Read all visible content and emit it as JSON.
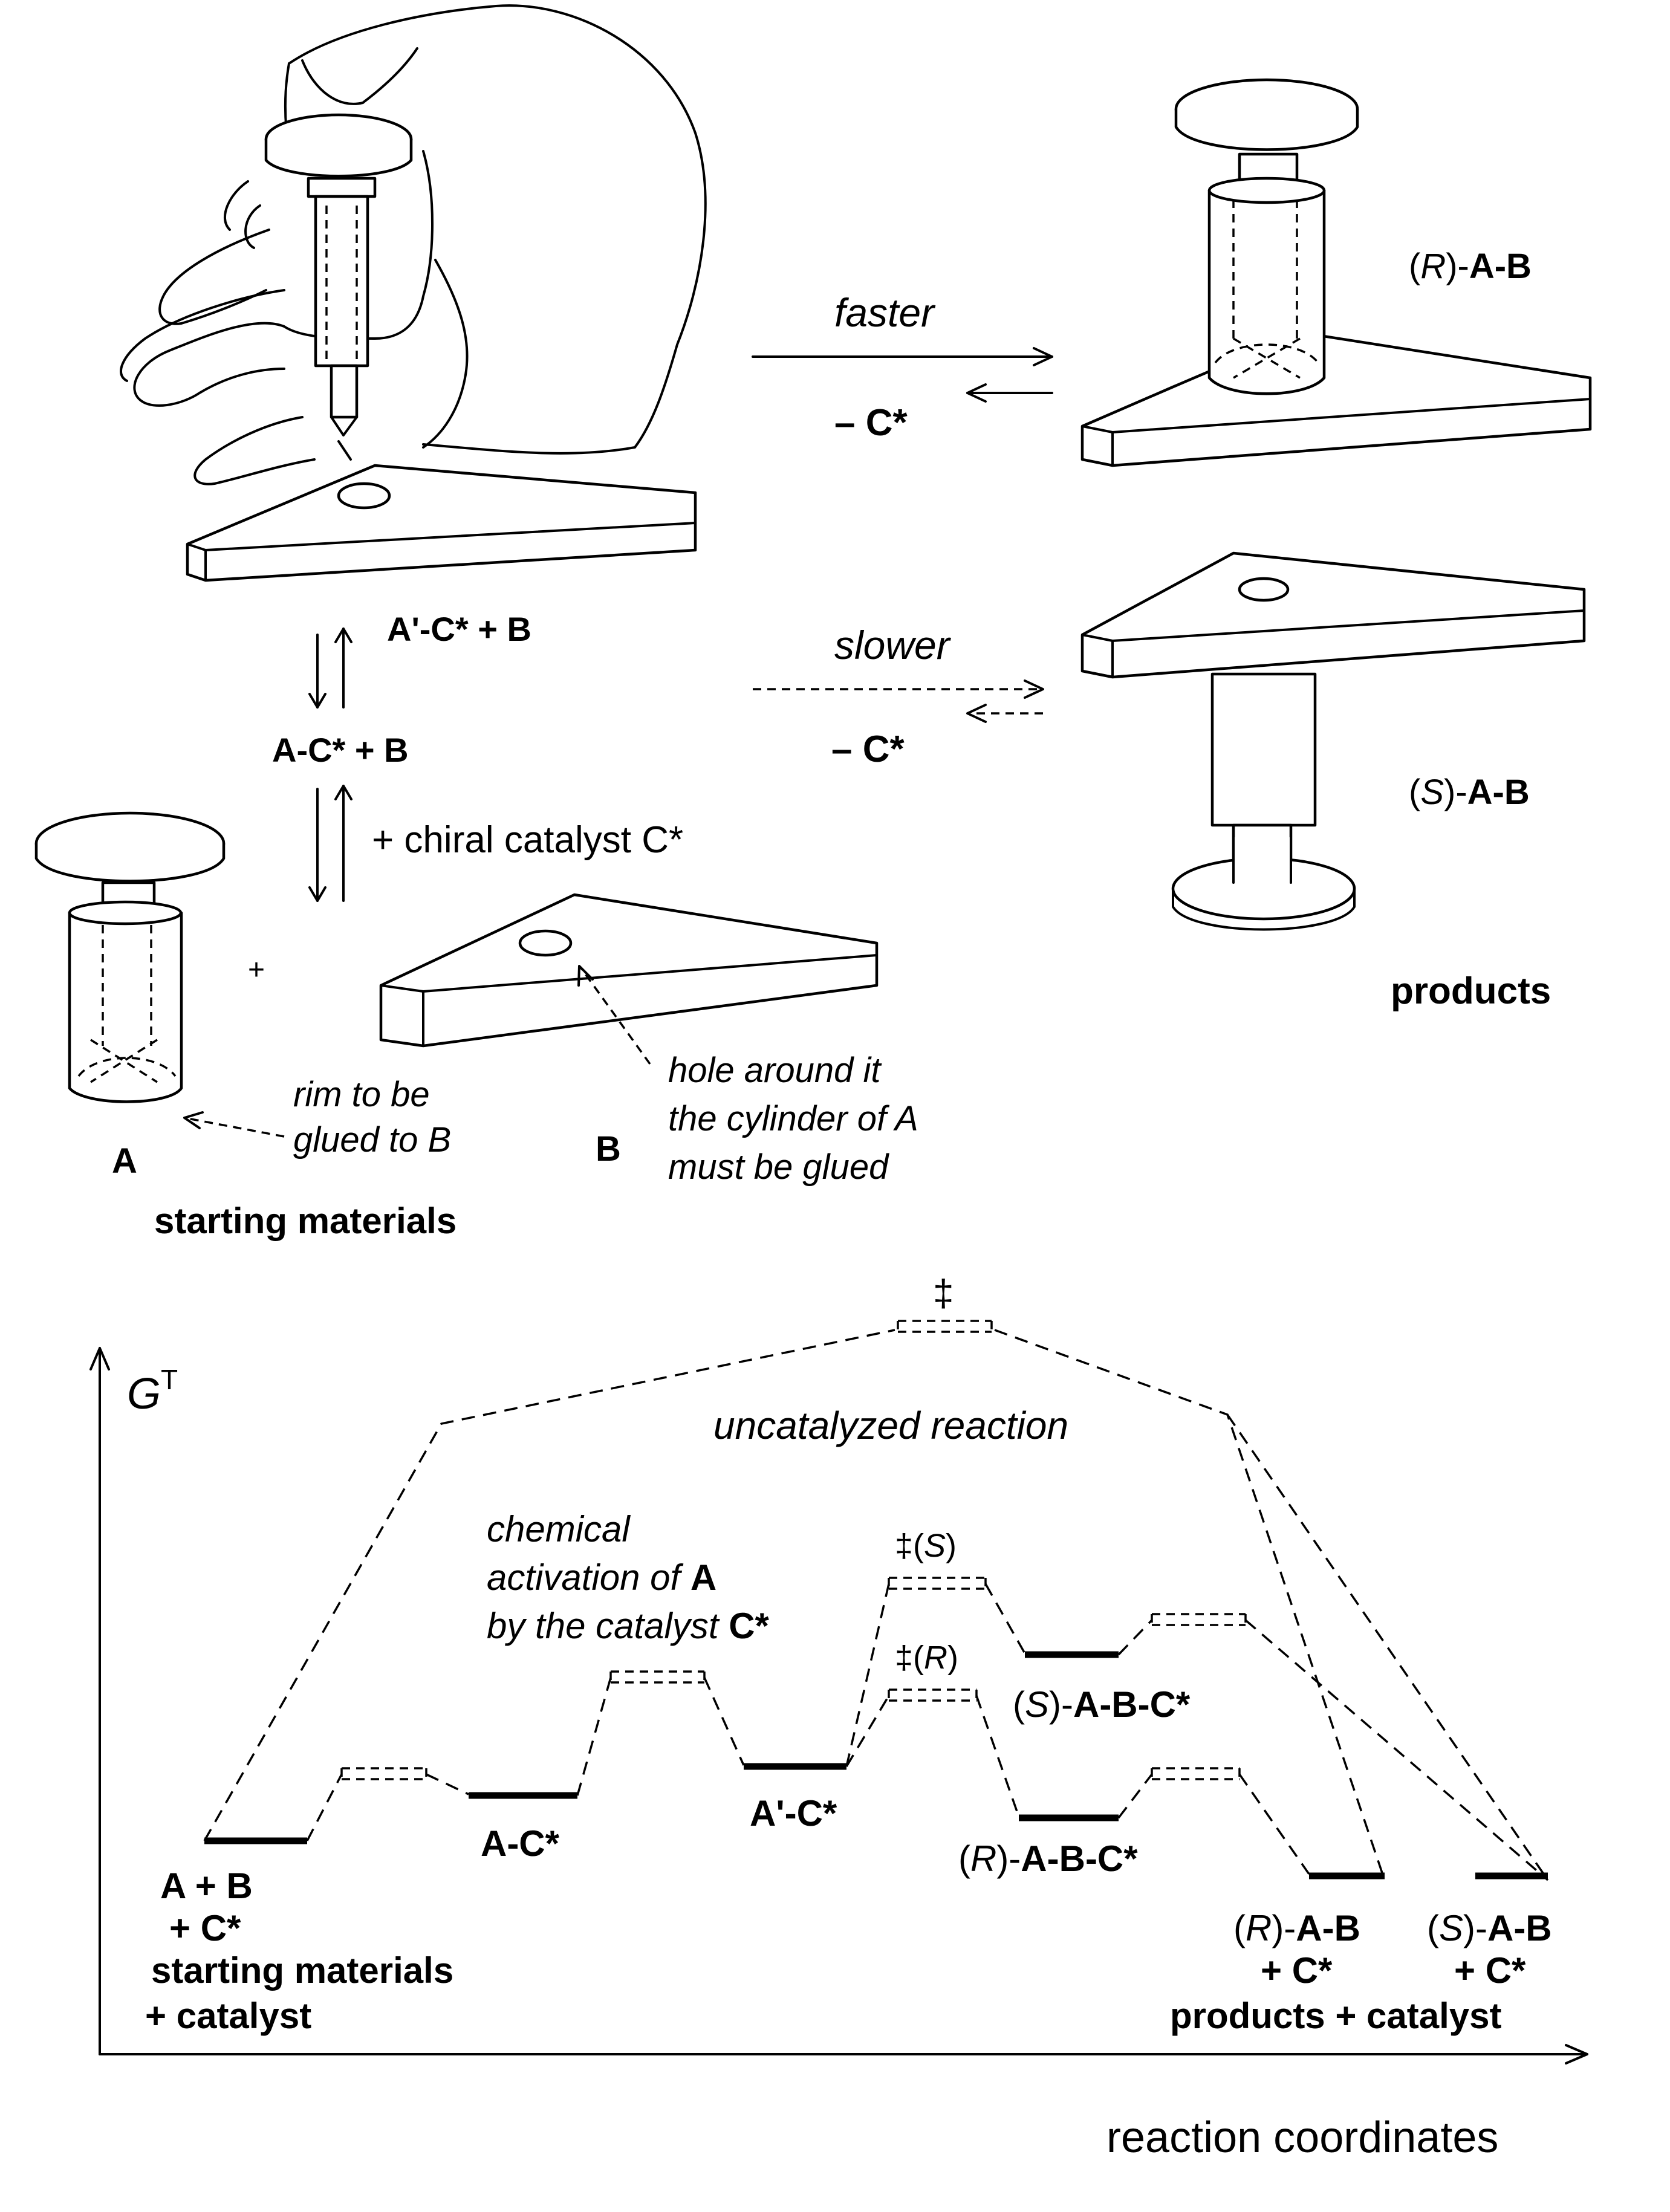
{
  "scheme": {
    "catalyzed_top_label": "A'-C* + B",
    "activated_label": "A-C* + B",
    "add_catalyst_label": "+ chiral catalyst C*",
    "fast_arrow_label": "faster",
    "slow_arrow_label": "slower",
    "minus_catalyst_fast": "– C*",
    "minus_catalyst_slow": "– C*",
    "product_r": "(R)-A-B",
    "product_s": "(S)-A-B",
    "products_caption": "products",
    "plus_sign": "+",
    "label_a": "A",
    "label_b": "B",
    "rim_note": [
      "rim to be",
      "glued to B"
    ],
    "hole_note": [
      "hole around it",
      "the cylinder of A",
      "must be glued"
    ],
    "starting_caption": "starting materials"
  },
  "energy_diagram": {
    "y_axis_label": "G",
    "y_axis_superscript": "T",
    "x_axis_label": "reaction coordinates",
    "uncatalyzed_label": "uncatalyzed reaction",
    "ts_uncat": "‡",
    "ts_s": "‡(S)",
    "ts_r": "‡(R)",
    "activation_note": [
      "chemical",
      "activation of A",
      "by the catalyst C*"
    ],
    "levels": {
      "start": [
        "A + B",
        "+ C*",
        "starting materials",
        "+ catalyst"
      ],
      "ac": "A-C*",
      "aprime_c": "A'-C*",
      "s_abc": "(S)-A-B-C*",
      "r_abc": "(R)-A-B-C*",
      "r_product": [
        "(R)-A-B",
        "+  C*"
      ],
      "s_product": [
        "(S)-A-B",
        "+  C*"
      ],
      "products_caption": "products + catalyst"
    }
  }
}
